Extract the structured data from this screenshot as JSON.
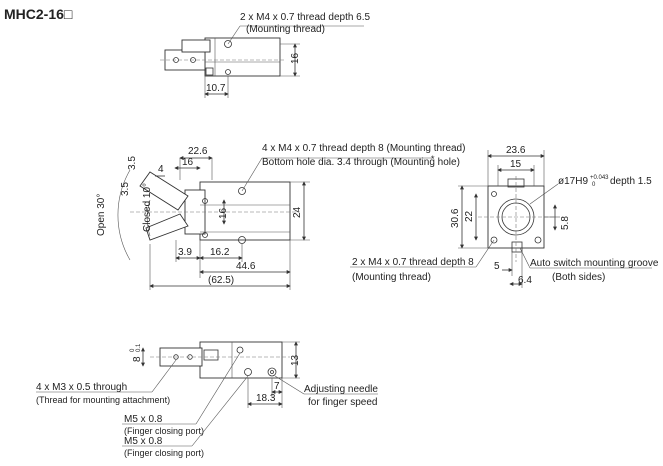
{
  "title": "MHC2-16□",
  "top_view": {
    "note_line1": "2 x M4 x 0.7 thread depth 6.5",
    "note_line2": "(Mounting thread)",
    "dim_height": "16",
    "dim_width": "10.7"
  },
  "side_view": {
    "note_line1": "4 x M4 x 0.7 thread depth 8 (Mounting thread)",
    "note_line2": "Bottom hole dia. 3.4 through (Mounting hole)",
    "note_marker": "*",
    "dim_22_6": "22.6",
    "dim_16a": "16",
    "dim_4": "4",
    "dim_3_5a": "3.5",
    "dim_3_5b": "3.5",
    "dim_16b": "16",
    "dim_24": "24",
    "dim_3_9": "3.9",
    "dim_16_2": "16.2",
    "dim_44_6": "44.6",
    "dim_62_5": "(62.5)",
    "open_angle": "Open 30°",
    "closed_angle": "Closed 10°"
  },
  "end_view": {
    "dim_23_6": "23.6",
    "dim_15": "15",
    "dim_30_6": "30.6",
    "dim_22": "22",
    "dim_5_8": "5.8",
    "bore_label": "ø17H9",
    "bore_tol_upper": "+0.043",
    "bore_tol_lower": "0",
    "bore_depth": "depth 1.5",
    "note_line1": "2 x M4 x 0.7 thread depth 8",
    "note_line2": "(Mounting thread)",
    "dim_5": "5",
    "dim_6_4": "6.4",
    "groove_line1": "Auto switch mounting groove",
    "groove_line2": "(Both sides)"
  },
  "bottom_view": {
    "dim_8": "8",
    "dim_0_1": "0.1",
    "dim_0": "0",
    "dim_13": "13",
    "dim_7": "7",
    "dim_18_3": "18.3",
    "needle_line1": "Adjusting needle",
    "needle_line2": "for finger speed",
    "m3_line1": "4 x M3 x 0.5 through",
    "m3_line2": "(Thread for mounting attachment)",
    "port1_line1": "M5 x 0.8",
    "port1_line2": "(Finger closing port)",
    "port2_line1": "M5 x 0.8",
    "port2_line2": "(Finger closing port)"
  }
}
